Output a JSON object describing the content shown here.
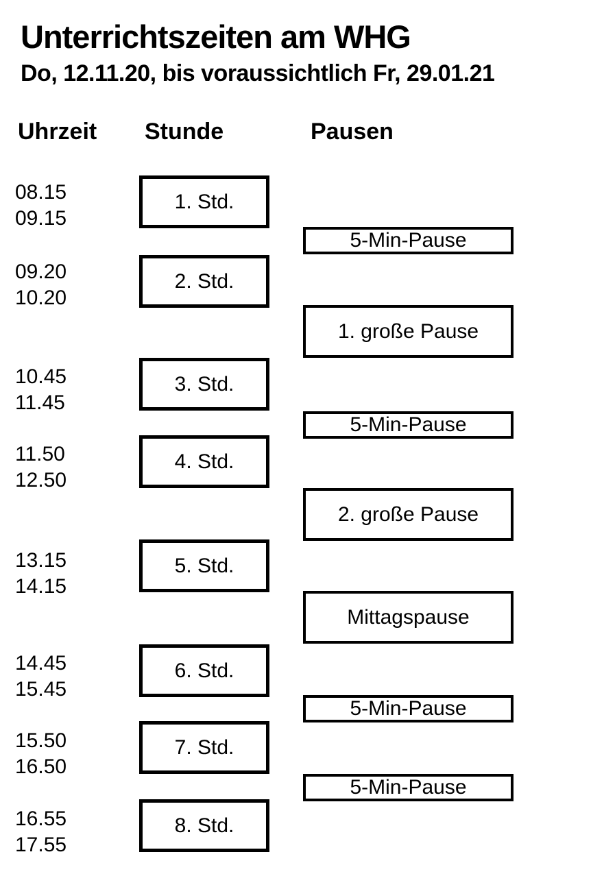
{
  "document": {
    "title": "Unterrichtszeiten am WHG",
    "subtitle": "Do, 12.11.20, bis voraussichtlich Fr, 29.01.21"
  },
  "headers": {
    "time": "Uhrzeit",
    "lesson": "Stunde",
    "pauses": "Pausen"
  },
  "lessons": [
    {
      "label": "1. Std.",
      "start": "08.15",
      "end": "09.15"
    },
    {
      "label": "2. Std.",
      "start": "09.20",
      "end": "10.20"
    },
    {
      "label": "3. Std.",
      "start": "10.45",
      "end": "11.45"
    },
    {
      "label": "4. Std.",
      "start": "11.50",
      "end": "12.50"
    },
    {
      "label": "5. Std.",
      "start": "13.15",
      "end": "14.15"
    },
    {
      "label": "6. Std.",
      "start": "14.45",
      "end": "15.45"
    },
    {
      "label": "7. Std.",
      "start": "15.50",
      "end": "16.50"
    },
    {
      "label": "8. Std.",
      "start": "16.55",
      "end": "17.55"
    }
  ],
  "pauses": [
    {
      "label": "5-Min-Pause",
      "size": "small"
    },
    {
      "label": "1. große Pause",
      "size": "large"
    },
    {
      "label": "5-Min-Pause",
      "size": "small"
    },
    {
      "label": "2. große Pause",
      "size": "large"
    },
    {
      "label": "Mittagspause",
      "size": "large"
    },
    {
      "label": "5-Min-Pause",
      "size": "small"
    },
    {
      "label": "5-Min-Pause",
      "size": "small"
    }
  ],
  "colors": {
    "text": "#000000",
    "background": "#ffffff",
    "border": "#000000"
  }
}
